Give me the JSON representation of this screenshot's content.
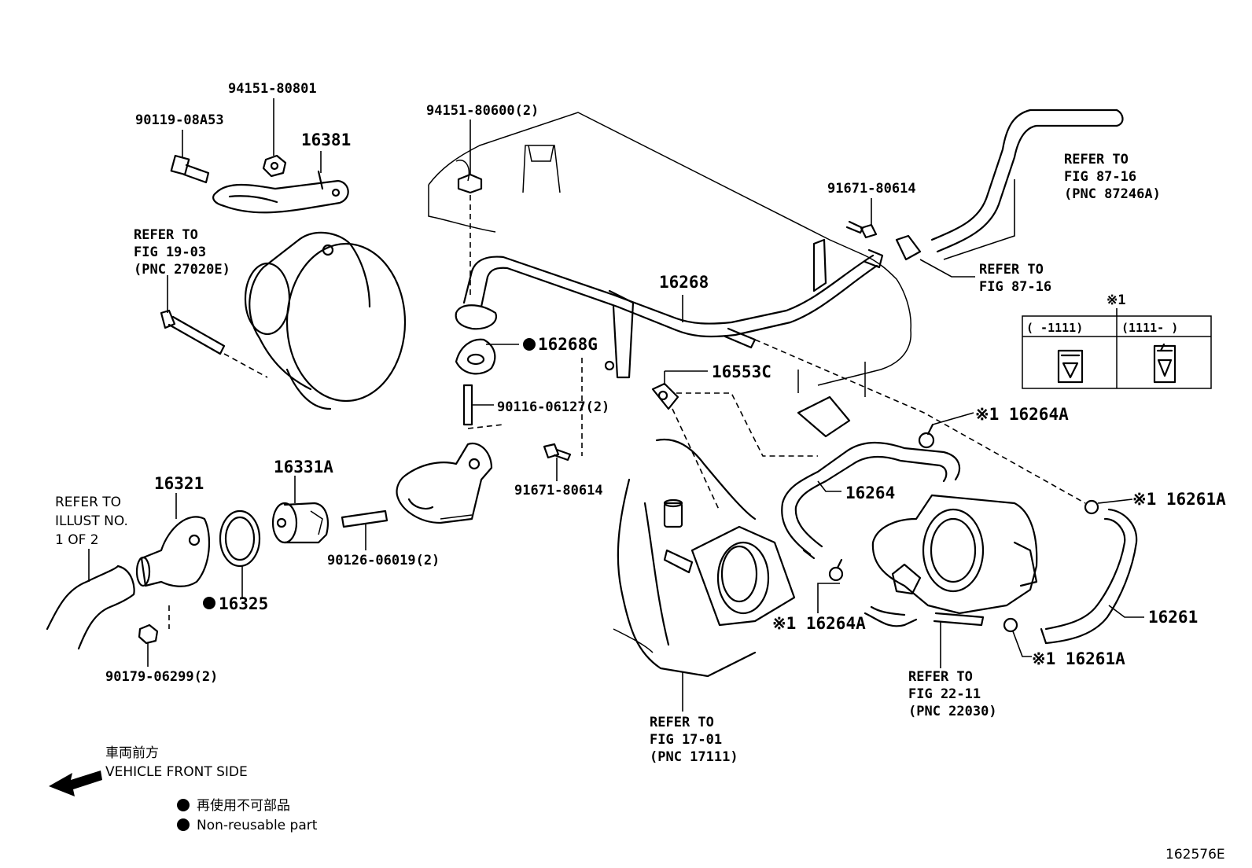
{
  "labels": {
    "p9415180801": "94151-80801",
    "p9011908A53": "90119-08A53",
    "p16381": "16381",
    "p9415180600": "94151-80600(2)",
    "refer_fig1903": [
      "REFER TO",
      "FIG 19-03",
      "(PNC 27020E)"
    ],
    "p16268": "16268",
    "p16268G": "16268G",
    "p9011606127": "90116-06127(2)",
    "p9167180614_a": "91671-80614",
    "p9167180614_b": "91671-80614",
    "p16553C": "16553C",
    "refer_fig8716_a": [
      "REFER TO",
      "FIG 87-16",
      "(PNC 87246A)"
    ],
    "refer_fig8716_b": [
      "REFER TO",
      "FIG 87-16"
    ],
    "p16264A_top": "※1 16264A",
    "p16264": "16264",
    "p16261A_top": "※1 16261A",
    "p16264A_bottom": "※1 16264A",
    "p16261": "16261",
    "p16261A_bottom": "※1 16261A",
    "refer_illust": [
      "REFER TO",
      "ILLUST NO.",
      "1 OF 2"
    ],
    "p16321": "16321",
    "p16331A": "16331A",
    "p16325": "16325",
    "p9012606019": "90126-06019(2)",
    "p9017906299": "90179-06299(2)",
    "refer_fig2211": [
      "REFER TO",
      "FIG 22-11",
      "(PNC 22030)"
    ],
    "refer_fig1701": [
      "REFER TO",
      "FIG 17-01",
      "(PNC 17111)"
    ],
    "figure_id": "162576E"
  },
  "applicability_table": {
    "title": "※1",
    "col1": "(    -1111)",
    "col2": "(1111-    )"
  },
  "legend": {
    "front_jp": "車両前方",
    "front_en": "VEHICLE FRONT SIDE",
    "nonreuse_jp": "再使用不可部品",
    "nonreuse_en": "Non-reusable part"
  }
}
